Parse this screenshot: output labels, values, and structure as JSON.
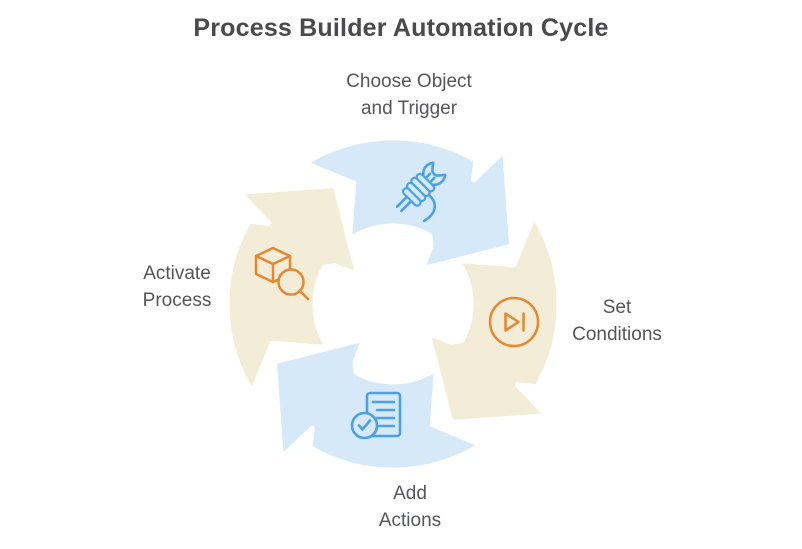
{
  "title": "Process Builder Automation Cycle",
  "colors": {
    "background": "#ffffff",
    "title_color": "#4a4a4c",
    "label_color": "#55565a",
    "arrow_blue_fill": "#d6e9f8",
    "arrow_tan_fill": "#f3edd8",
    "icon_blue": "#4ba1e9",
    "icon_orange": "#e8872d"
  },
  "cycle": {
    "direction": "clockwise",
    "steps": [
      {
        "id": "choose-object-and-trigger",
        "position": "top",
        "arrow_color": "blue",
        "icon": "hand-holding-wrench-icon",
        "label_line1": "Choose Object",
        "label_line2": "and Trigger"
      },
      {
        "id": "set-conditions",
        "position": "right",
        "arrow_color": "tan",
        "icon": "skip-play-circle-icon",
        "label_line1": "Set",
        "label_line2": "Conditions"
      },
      {
        "id": "add-actions",
        "position": "bottom",
        "arrow_color": "blue",
        "icon": "checklist-document-icon",
        "label_line1": "Add",
        "label_line2": "Actions"
      },
      {
        "id": "activate-process",
        "position": "left",
        "arrow_color": "tan",
        "icon": "cube-magnifier-icon",
        "label_line1": "Activate",
        "label_line2": "Process"
      }
    ]
  }
}
